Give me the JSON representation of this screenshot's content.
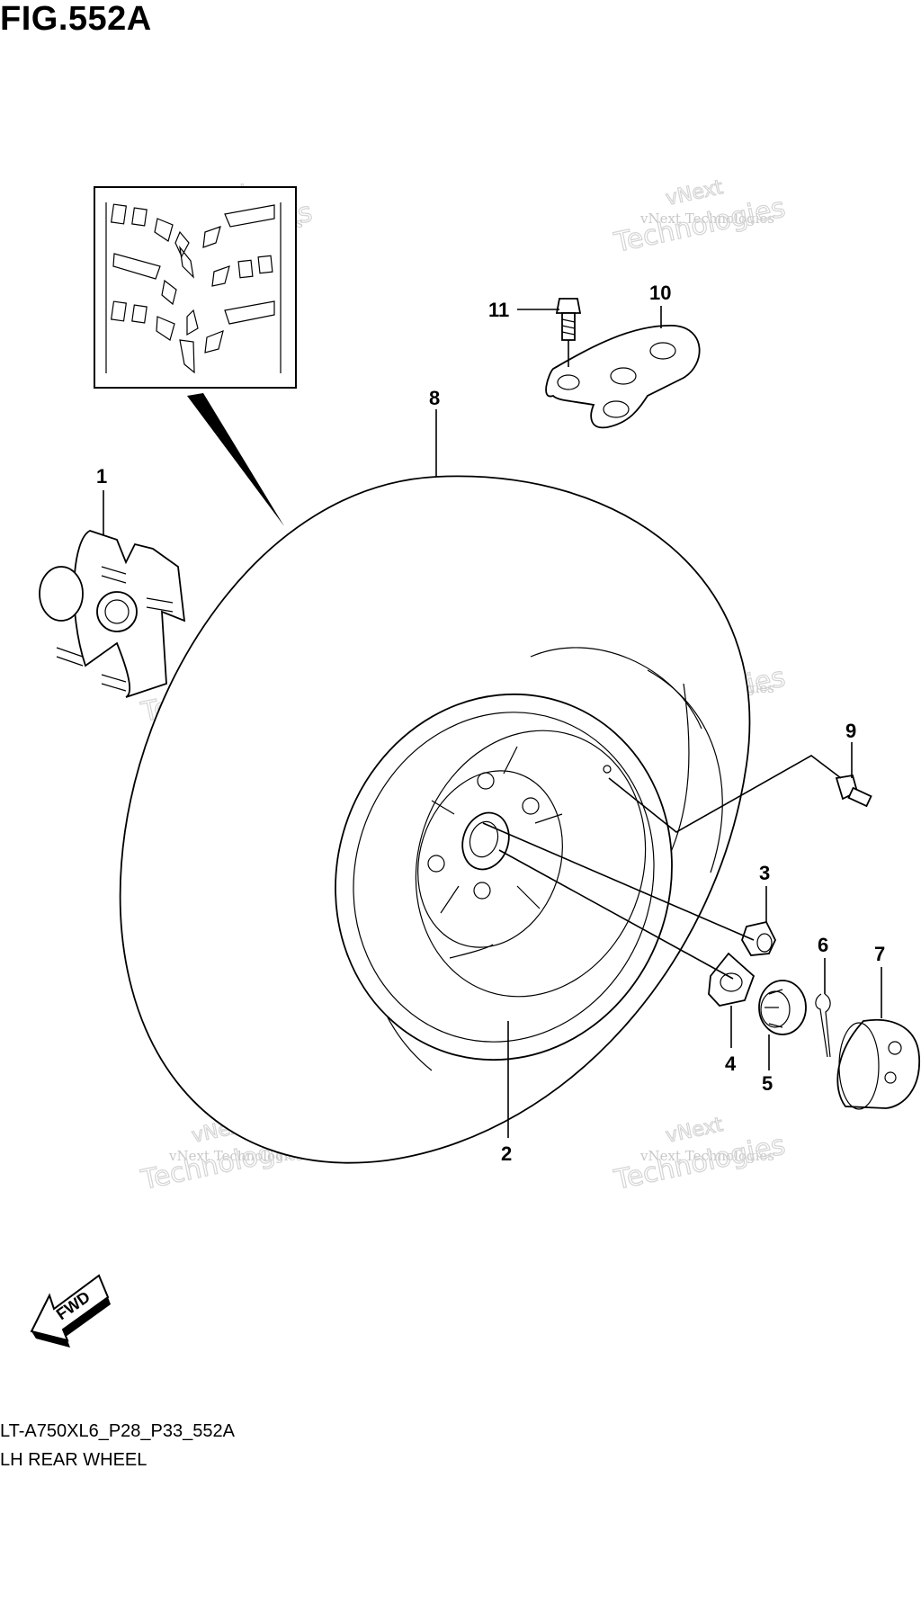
{
  "figure": {
    "title": "FIG.552A"
  },
  "callouts": [
    "1",
    "2",
    "3",
    "4",
    "5",
    "6",
    "7",
    "8",
    "9",
    "10",
    "11"
  ],
  "watermark": {
    "line1": "vNext Technologies",
    "line2": "Technologies",
    "line3": "vNext"
  },
  "direction_label": "FWD",
  "footer": {
    "code": "LT-A750XL6_P28_P33_552A",
    "description": "LH REAR WHEEL"
  }
}
